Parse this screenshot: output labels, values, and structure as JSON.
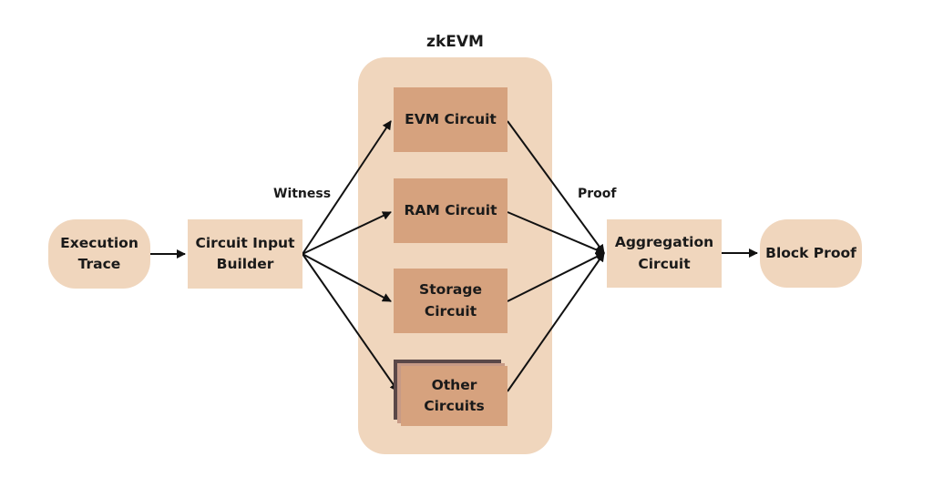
{
  "diagram": {
    "group_title": "zkEVM",
    "nodes": {
      "execution_trace": "Execution\nTrace",
      "circuit_input_builder": "Circuit Input\nBuilder",
      "evm_circuit": "EVM Circuit",
      "ram_circuit": "RAM Circuit",
      "storage_circuit": "Storage\nCircuit",
      "other_circuits": "Other\nCircuits",
      "aggregation_circuit": "Aggregation\nCircuit",
      "block_proof": "Block Proof"
    },
    "edge_labels": {
      "witness": "Witness",
      "proof": "Proof"
    }
  }
}
